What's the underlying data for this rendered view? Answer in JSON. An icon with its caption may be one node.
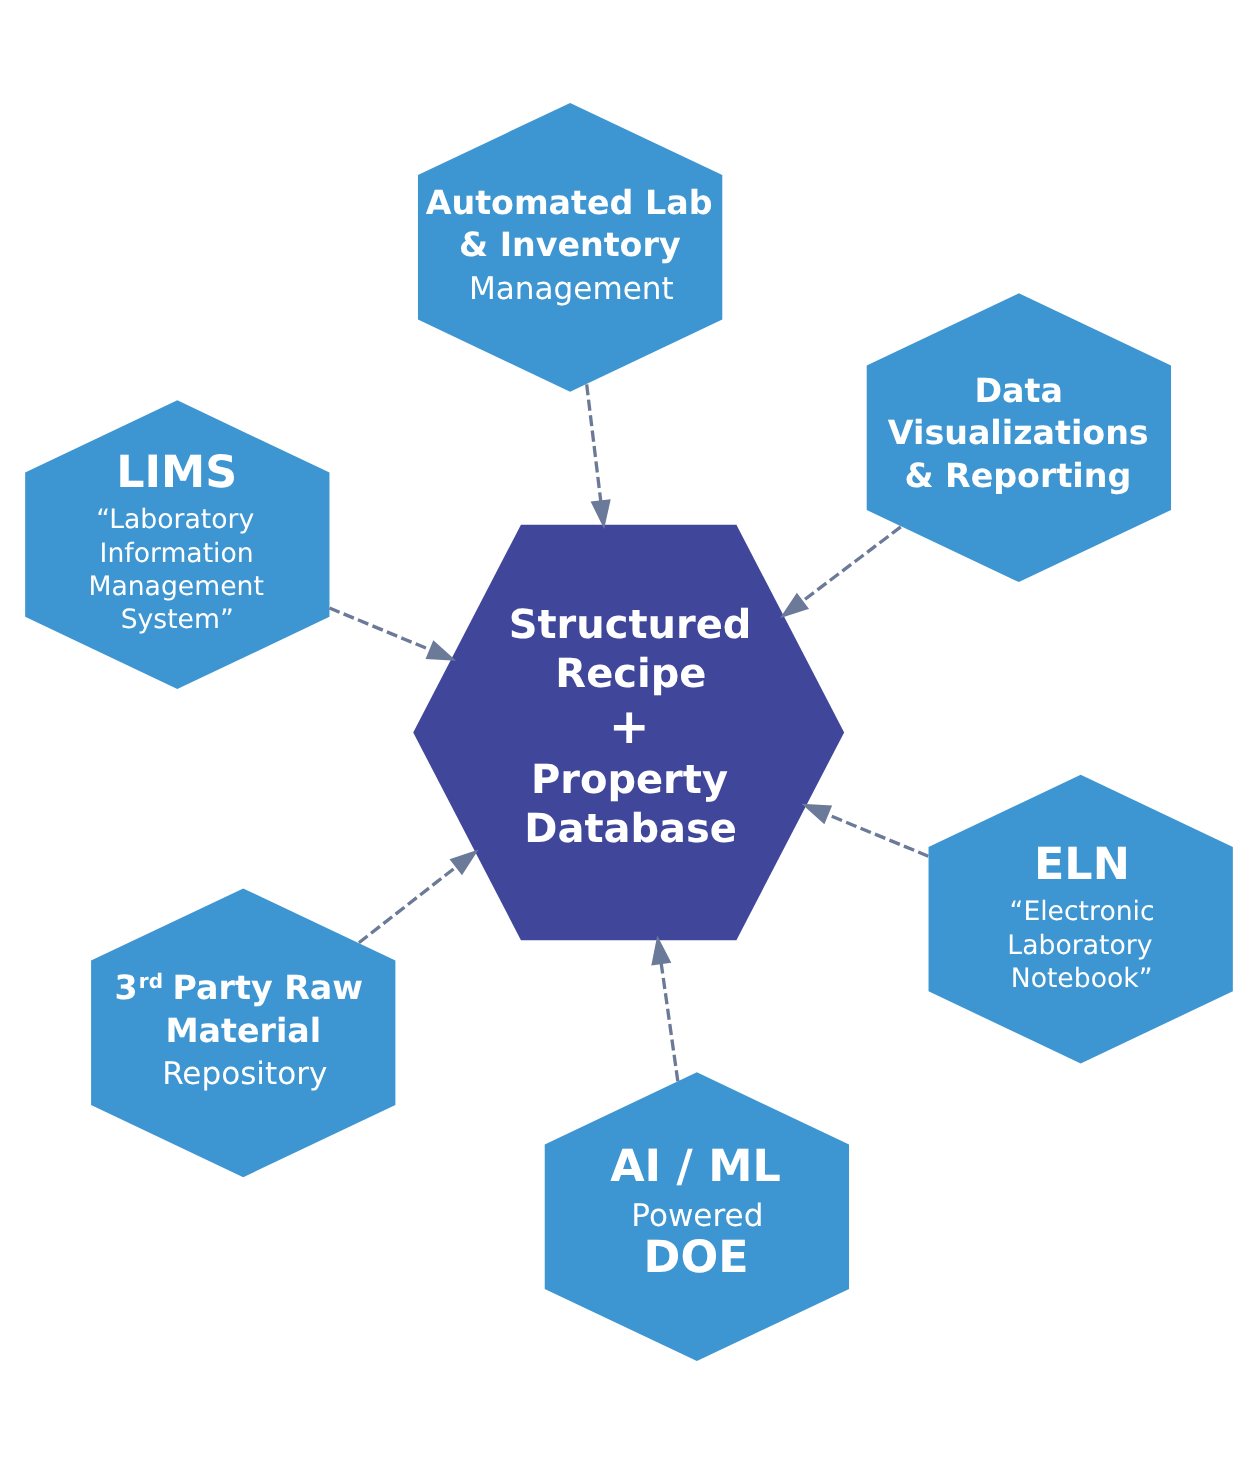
{
  "diagram": {
    "nodes": [
      {
        "text": [
          "LIMS",
          "“Laboratory Information Management System”"
        ]
      },
      {
        "text": [
          "ELN",
          "“Electronic Laboratory Notebook”"
        ]
      },
      {
        "text": [
          "AI / ML",
          "Powered",
          "DOE"
        ]
      },
      {
        "text": [
          "Structured Recipe",
          "+",
          "Property Database"
        ]
      },
      {
        "text": [
          "Data Visualizations & Reporting"
        ]
      },
      {
        "text": [
          "Automated Lab & Inventory",
          "Management"
        ]
      },
      {
        "text": [
          "3$^{rd}$ Party Raw Material",
          "Repository"
        ]
      }
    ],
    "edges": [
      {
        "from": 0,
        "to": 3,
        "arrow": "to",
        "style": "dashed"
      },
      {
        "from": 1,
        "to": 3,
        "arrow": "to",
        "style": "dashed"
      },
      {
        "from": 2,
        "to": 3,
        "arrow": "to",
        "style": "dashed"
      },
      {
        "from": 4,
        "to": 3,
        "arrow": "to",
        "style": "dashed"
      },
      {
        "from": 5,
        "to": 3,
        "arrow": "to",
        "style": "dashed"
      },
      {
        "from": 6,
        "to": 3,
        "arrow": "to",
        "style": "dashed"
      }
    ]
  }
}
